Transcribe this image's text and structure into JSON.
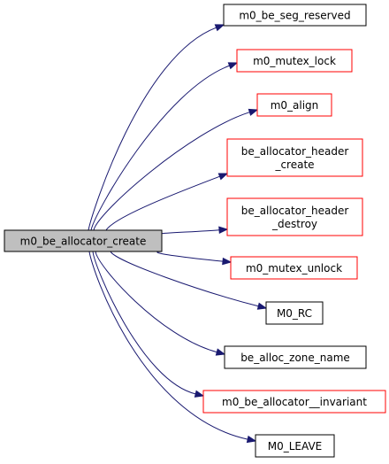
{
  "colors": {
    "edge": "#191970",
    "border_black": "#000000",
    "border_red": "#ff0000",
    "root_fill": "#bfbfbf",
    "node_fill": "#ffffff"
  },
  "graph": {
    "root": {
      "label": "m0_be_allocator_create"
    },
    "callees": [
      {
        "lines": [
          "m0_be_seg_reserved"
        ],
        "border": "black"
      },
      {
        "lines": [
          "m0_mutex_lock"
        ],
        "border": "red"
      },
      {
        "lines": [
          "m0_align"
        ],
        "border": "red"
      },
      {
        "lines": [
          "be_allocator_header",
          "_create"
        ],
        "border": "red"
      },
      {
        "lines": [
          "be_allocator_header",
          "_destroy"
        ],
        "border": "red"
      },
      {
        "lines": [
          "m0_mutex_unlock"
        ],
        "border": "red"
      },
      {
        "lines": [
          "M0_RC"
        ],
        "border": "black"
      },
      {
        "lines": [
          "be_alloc_zone_name"
        ],
        "border": "black"
      },
      {
        "lines": [
          "m0_be_allocator__invariant"
        ],
        "border": "red"
      },
      {
        "lines": [
          "M0_LEAVE"
        ],
        "border": "black"
      }
    ]
  }
}
